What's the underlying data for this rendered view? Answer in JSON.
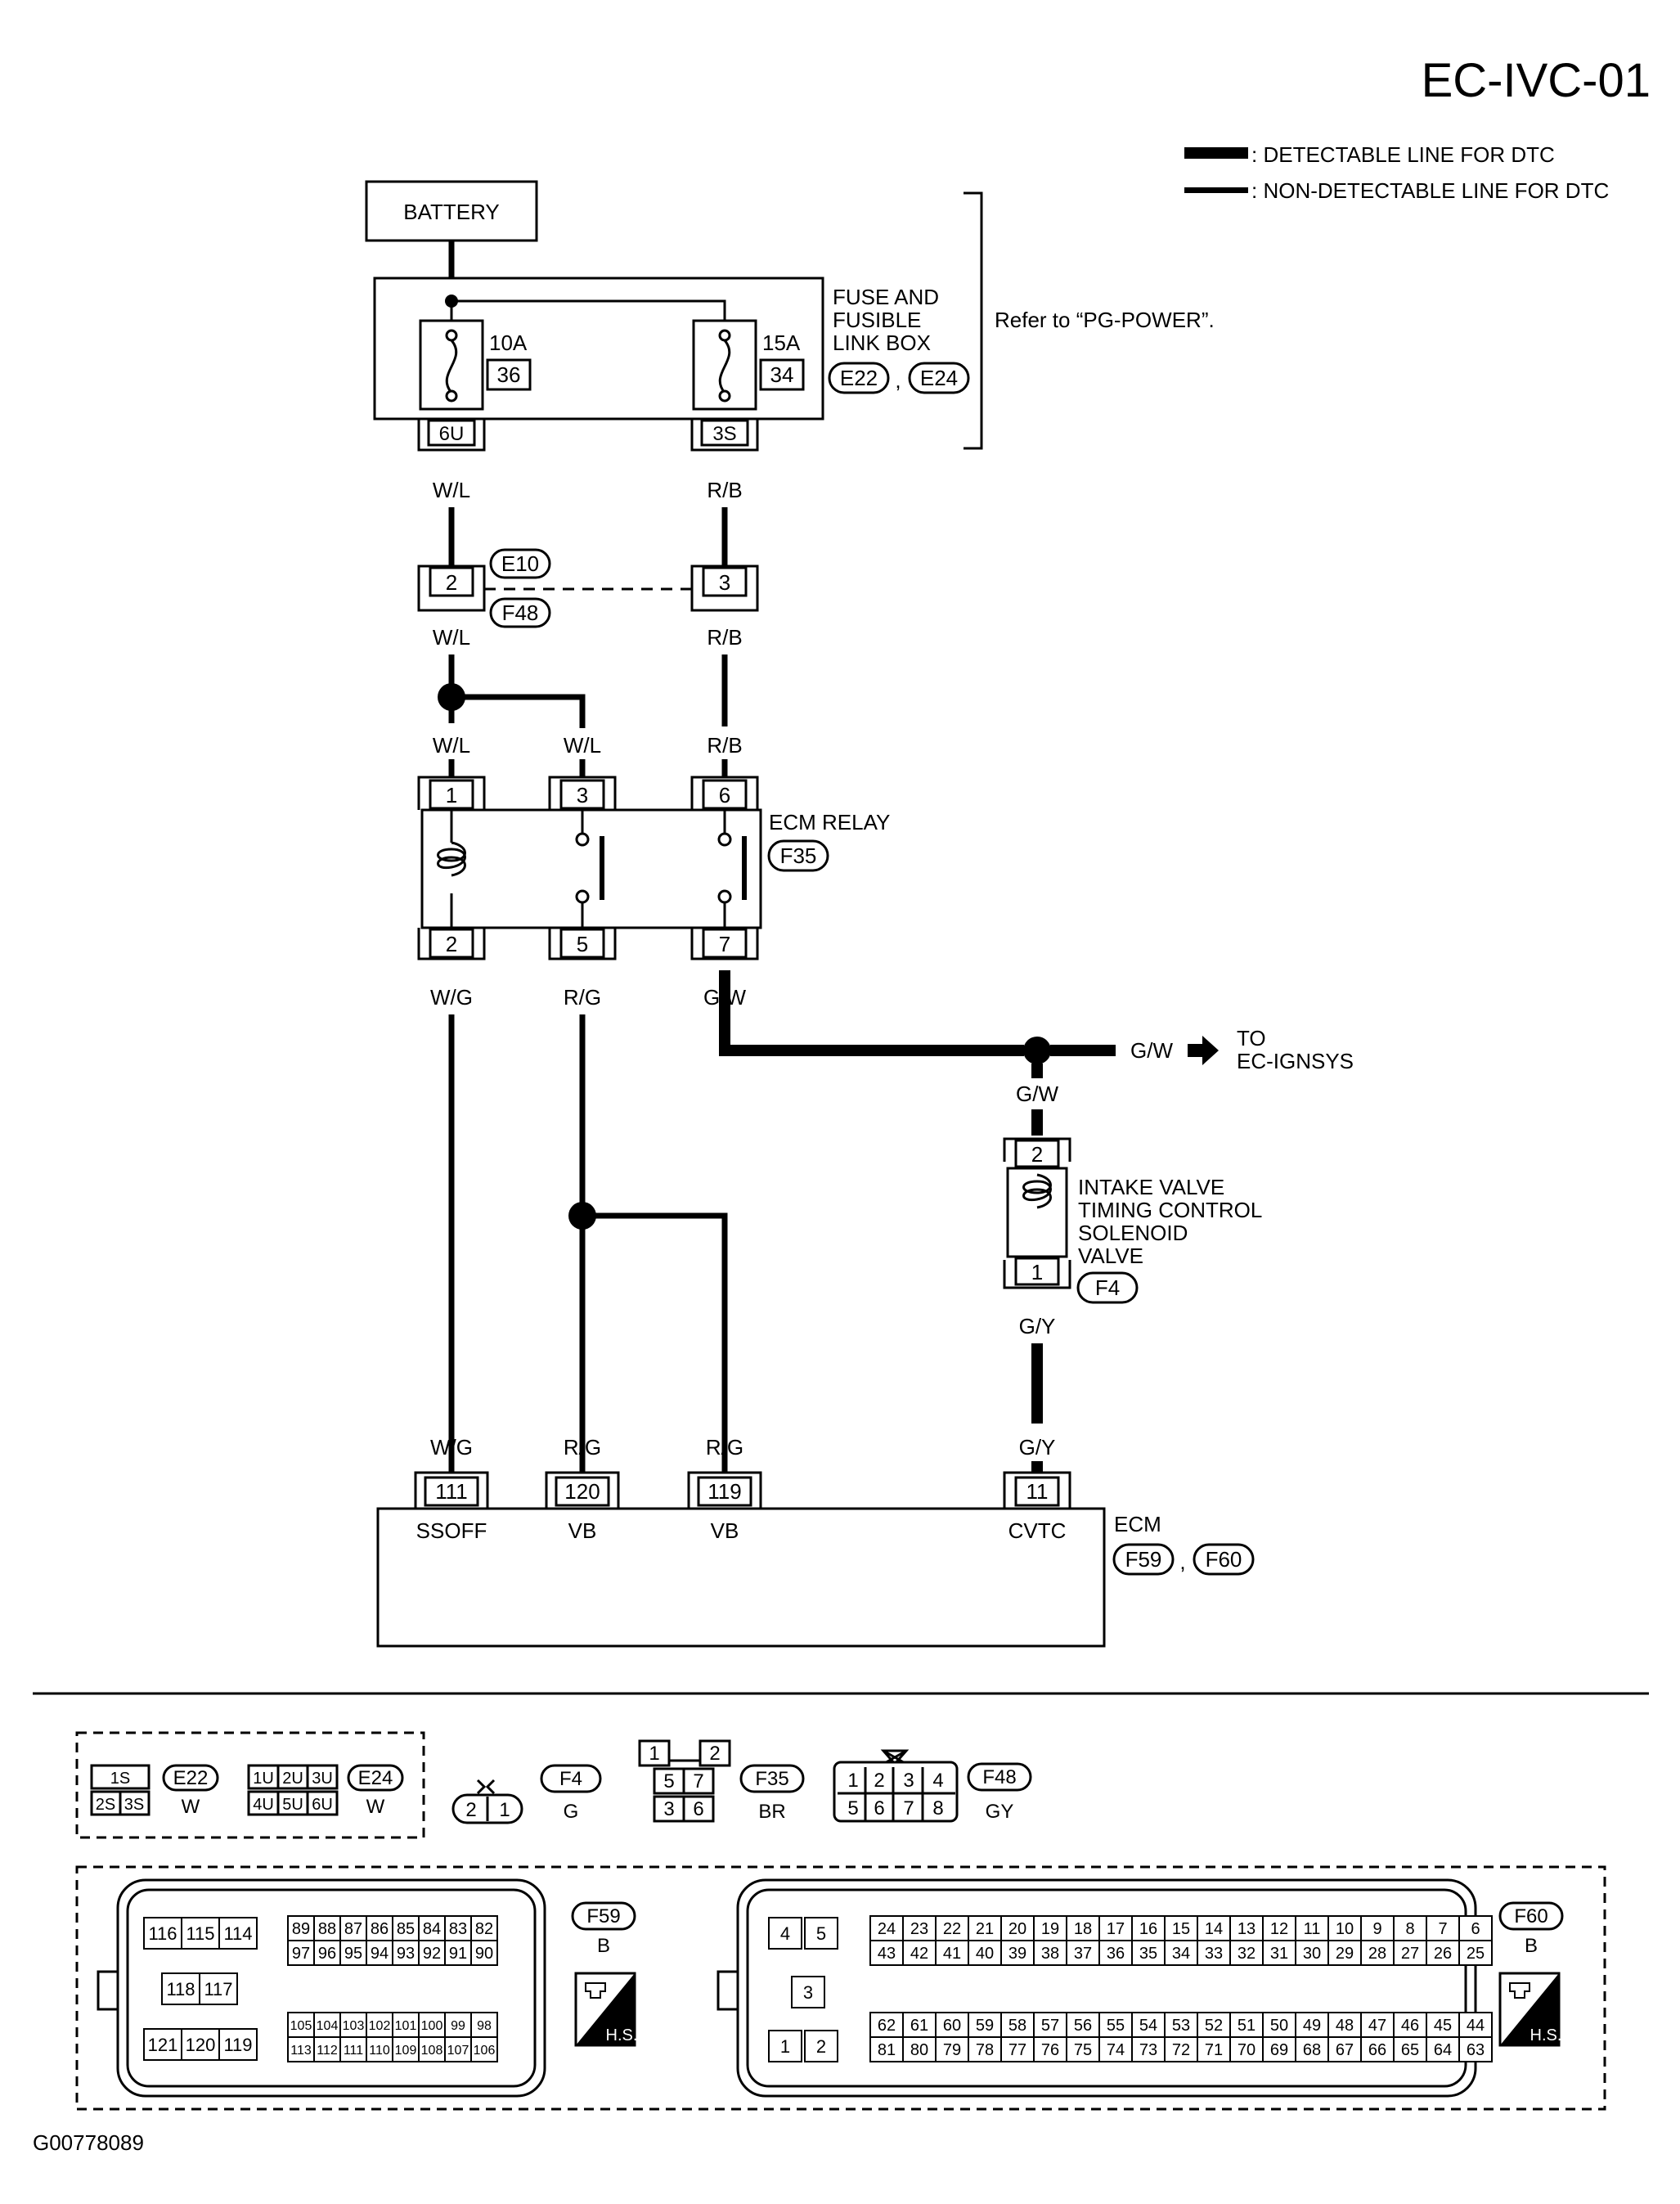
{
  "page_id": "EC-IVC-01",
  "figure_id": "G00778089",
  "legend": {
    "detectable": ": DETECTABLE LINE FOR DTC",
    "non_detectable": ": NON-DETECTABLE LINE FOR DTC"
  },
  "battery": {
    "label": "BATTERY"
  },
  "fuse_box": {
    "label_lines": [
      "FUSE AND",
      "FUSIBLE",
      "LINK BOX"
    ],
    "connectors": [
      "E22",
      "E24"
    ],
    "separator": ",",
    "refer_note": "Refer to “PG-POWER”.",
    "fuses": [
      {
        "rating": "10A",
        "number": "36",
        "terminal": "6U"
      },
      {
        "rating": "15A",
        "number": "34",
        "terminal": "3S"
      }
    ]
  },
  "joint_connector": {
    "ids": [
      "E10",
      "F48"
    ],
    "pins": [
      "2",
      "3"
    ]
  },
  "ecm_relay": {
    "label": "ECM RELAY",
    "connector": "F35",
    "top_pins": [
      "1",
      "3",
      "6"
    ],
    "bottom_pins": [
      "2",
      "5",
      "7"
    ]
  },
  "solenoid": {
    "label_lines": [
      "INTAKE VALVE",
      "TIMING CONTROL",
      "SOLENOID",
      "VALVE"
    ],
    "connector": "F4",
    "pins": [
      "2",
      "1"
    ]
  },
  "to_link": {
    "wire": "G/W",
    "lines": [
      "TO",
      "EC-IGNSYS"
    ]
  },
  "ecm": {
    "label": "ECM",
    "connectors": [
      "F59",
      "F60"
    ],
    "separator": ",",
    "terminals": [
      {
        "pin": "111",
        "name": "SSOFF",
        "wire": "W/G"
      },
      {
        "pin": "120",
        "name": "VB",
        "wire": "R/G"
      },
      {
        "pin": "119",
        "name": "VB",
        "wire": "R/G"
      },
      {
        "pin": "11",
        "name": "CVTC",
        "wire": "G/Y"
      }
    ]
  },
  "wire_colors": {
    "wl": "W/L",
    "rb": "R/B",
    "wg": "W/G",
    "rg": "R/G",
    "gw": "G/W",
    "gy": "G/Y"
  },
  "connector_faces": {
    "e22": {
      "id": "E22",
      "color": "W",
      "pins": [
        "1S",
        "2S",
        "3S"
      ]
    },
    "e24": {
      "id": "E24",
      "color": "W",
      "pins": [
        "1U",
        "2U",
        "3U",
        "4U",
        "5U",
        "6U"
      ]
    },
    "f4": {
      "id": "F4",
      "color": "G",
      "pins": [
        "2",
        "1"
      ]
    },
    "f35": {
      "id": "F35",
      "color": "BR",
      "pins": [
        "1",
        "2",
        "5",
        "7",
        "3",
        "6"
      ]
    },
    "f48": {
      "id": "F48",
      "color": "GY",
      "pins": [
        "1",
        "2",
        "3",
        "4",
        "5",
        "6",
        "7",
        "8"
      ]
    },
    "f59": {
      "id": "F59",
      "color": "B",
      "hs": "H.S.",
      "big_rows": [
        [
          "116",
          "115",
          "114"
        ],
        [
          "118",
          "117"
        ],
        [
          "121",
          "120",
          "119"
        ]
      ],
      "grid1_rows": [
        [
          "89",
          "88",
          "87",
          "86",
          "85",
          "84",
          "83",
          "82"
        ],
        [
          "97",
          "96",
          "95",
          "94",
          "93",
          "92",
          "91",
          "90"
        ]
      ],
      "grid2_rows": [
        [
          "105",
          "104",
          "103",
          "102",
          "101",
          "100",
          "99",
          "98"
        ],
        [
          "113",
          "112",
          "111",
          "110",
          "109",
          "108",
          "107",
          "106"
        ]
      ]
    },
    "f60": {
      "id": "F60",
      "color": "B",
      "hs": "H.S.",
      "big_rows": [
        [
          "4",
          "5"
        ],
        [
          "3"
        ],
        [
          "1",
          "2"
        ]
      ],
      "grid1_rows": [
        [
          "24",
          "23",
          "22",
          "21",
          "20",
          "19",
          "18",
          "17",
          "16",
          "15",
          "14",
          "13",
          "12",
          "11",
          "10",
          "9",
          "8",
          "7",
          "6"
        ],
        [
          "43",
          "42",
          "41",
          "40",
          "39",
          "38",
          "37",
          "36",
          "35",
          "34",
          "33",
          "32",
          "31",
          "30",
          "29",
          "28",
          "27",
          "26",
          "25"
        ]
      ],
      "grid2_rows": [
        [
          "62",
          "61",
          "60",
          "59",
          "58",
          "57",
          "56",
          "55",
          "54",
          "53",
          "52",
          "51",
          "50",
          "49",
          "48",
          "47",
          "46",
          "45",
          "44"
        ],
        [
          "81",
          "80",
          "79",
          "78",
          "77",
          "76",
          "75",
          "74",
          "73",
          "72",
          "71",
          "70",
          "69",
          "68",
          "67",
          "66",
          "65",
          "64",
          "63"
        ]
      ]
    }
  }
}
